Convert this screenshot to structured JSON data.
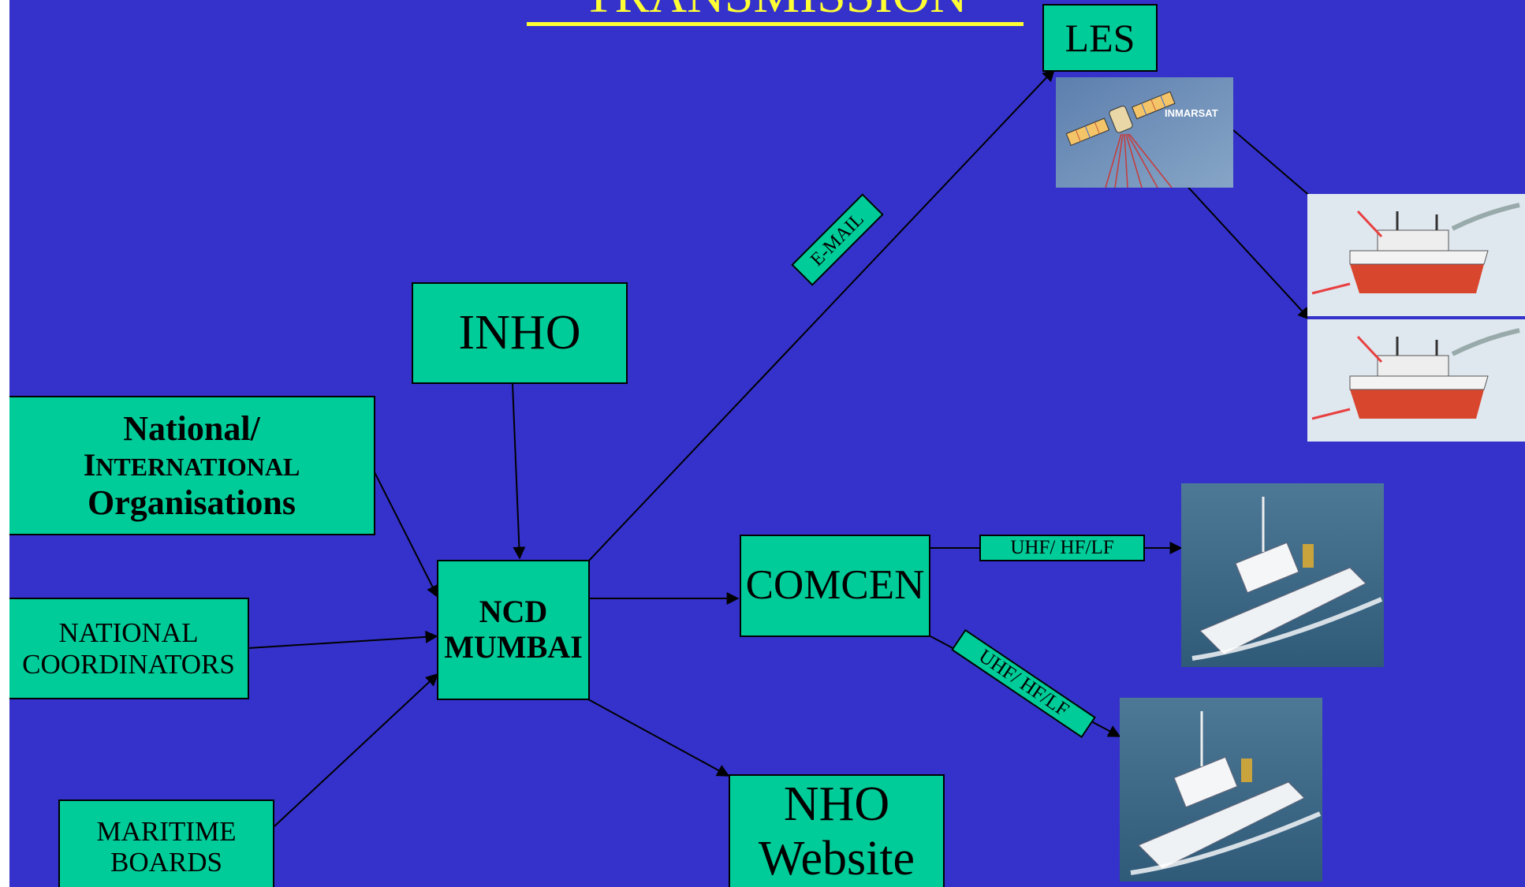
{
  "title": "TRANSMISSION",
  "nodes": {
    "les": "LES",
    "inho": "INHO",
    "national_international": {
      "line1": "National/",
      "line2_cap": "I",
      "line2_rest": "NTERNATIONAL",
      "line3": "Organisations"
    },
    "national_coordinators": {
      "line1": "NATIONAL",
      "line2": "COORDINATORS"
    },
    "maritime_boards": {
      "line1": "MARITIME",
      "line2": "BOARDS"
    },
    "ncd_mumbai": {
      "line1": "NCD",
      "line2": "MUMBAI"
    },
    "comcen": "COMCEN",
    "nho_website": {
      "line1": "NHO",
      "line2": "Website"
    }
  },
  "edge_labels": {
    "email": "E-MAIL",
    "uhf_upper": "UHF/ HF/LF",
    "uhf_lower": "UHF/ HF/LF"
  },
  "images": {
    "satellite_label": "INMARSAT"
  },
  "colors": {
    "background": "#3432CB",
    "box_fill": "#00CC99",
    "title_color": "#FFFF33"
  }
}
